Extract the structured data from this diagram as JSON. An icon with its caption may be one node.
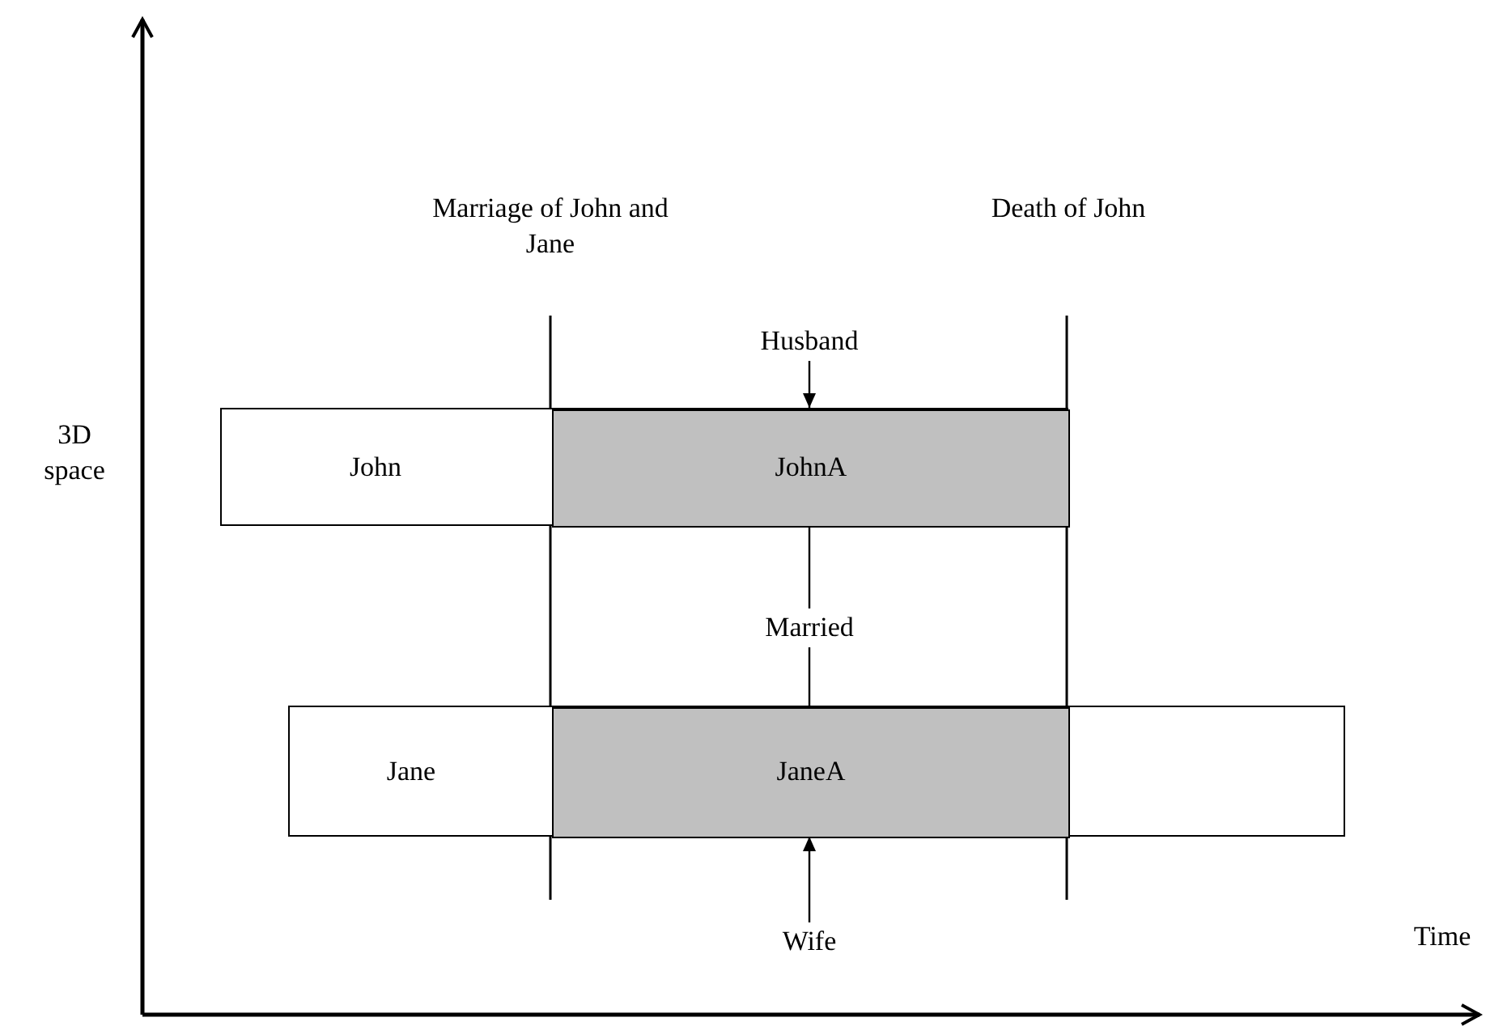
{
  "diagram": {
    "nodes": [
      {
        "text": [
          "John"
        ]
      },
      {
        "text": [
          "JohnA"
        ],
        "in": 0
      },
      {
        "text": [
          "Jane"
        ]
      },
      {
        "text": [
          "JaneA"
        ],
        "in": 2
      },
      {
        "text": [
          "Husband"
        ]
      },
      {
        "text": [
          "Married"
        ]
      },
      {
        "text": [
          "Wife"
        ]
      }
    ],
    "edges": [
      {
        "from": 4,
        "to": 1,
        "arrow": "to"
      },
      {
        "from": 5,
        "to": 1,
        "arrow": "none"
      },
      {
        "from": 5,
        "to": 3,
        "arrow": "none"
      },
      {
        "from": 6,
        "to": 3,
        "arrow": "to"
      }
    ],
    "labels": [
      "Marriage of John and Jane",
      "Death of John",
      "3D space",
      "Time"
    ]
  }
}
